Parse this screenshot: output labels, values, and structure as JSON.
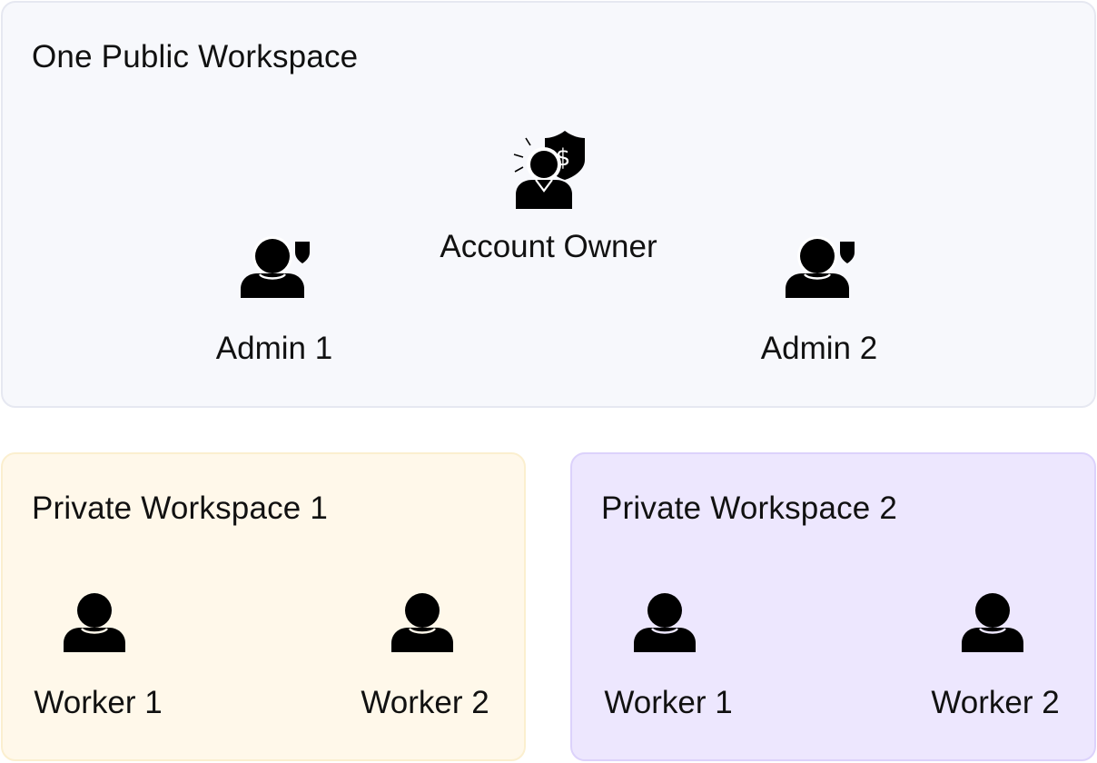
{
  "public_workspace": {
    "title": "One Public Workspace",
    "owner": {
      "label": "Account Owner",
      "icon": "account-owner-icon"
    },
    "admins": [
      {
        "label": "Admin 1",
        "icon": "admin-icon"
      },
      {
        "label": "Admin 2",
        "icon": "admin-icon"
      }
    ]
  },
  "private_workspaces": [
    {
      "title": "Private Workspace 1",
      "workers": [
        {
          "label": "Worker 1",
          "icon": "worker-icon"
        },
        {
          "label": "Worker 2",
          "icon": "worker-icon"
        }
      ]
    },
    {
      "title": "Private Workspace 2",
      "workers": [
        {
          "label": "Worker 1",
          "icon": "worker-icon"
        },
        {
          "label": "Worker 2",
          "icon": "worker-icon"
        }
      ]
    }
  ],
  "colors": {
    "public_bg": "#f7f8fc",
    "private1_bg": "#fff8ea",
    "private2_bg": "#ede7fe",
    "icon": "#000000"
  }
}
